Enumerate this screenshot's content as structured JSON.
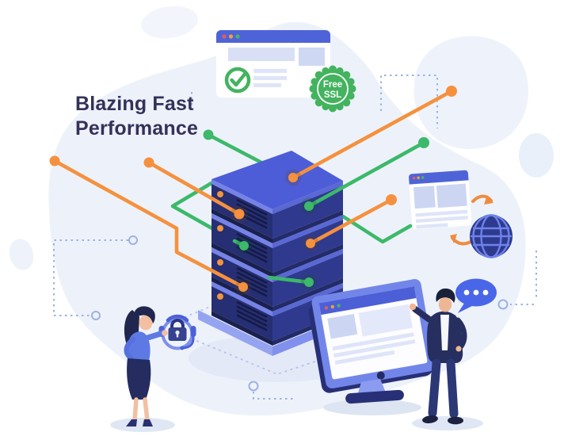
{
  "title": {
    "line1": "Blazing Fast",
    "line2": "Performance"
  },
  "ssl_badge": {
    "line1": "Free",
    "line2": "SSL"
  },
  "colors": {
    "accent_orange": "#f5913e",
    "accent_green": "#3cb96a",
    "server_navy": "#262e74",
    "server_top_blue": "#4d5dd8",
    "ui_header_blue": "#4c5fd6",
    "blob_light_blue": "#edf2fa",
    "bubble_blue": "#4a66e8",
    "badge_green": "#43b35f",
    "text_dark": "#353159"
  },
  "icons": {
    "server-icon": "isometric server rack with indicator lights",
    "browser-window-icon": "browser mock window with traffic-light dots",
    "checkmark-icon": "green circled check",
    "ssl-badge-icon": "green scalloped stamp",
    "globe-icon": "wireframe globe",
    "sync-arrows-icon": "two curved orange arrows",
    "speech-bubble-icon": "chat bubble with three dots",
    "lock-headset-icon": "padlock wearing support headset",
    "monitor-icon": "desktop monitor with browser page"
  }
}
